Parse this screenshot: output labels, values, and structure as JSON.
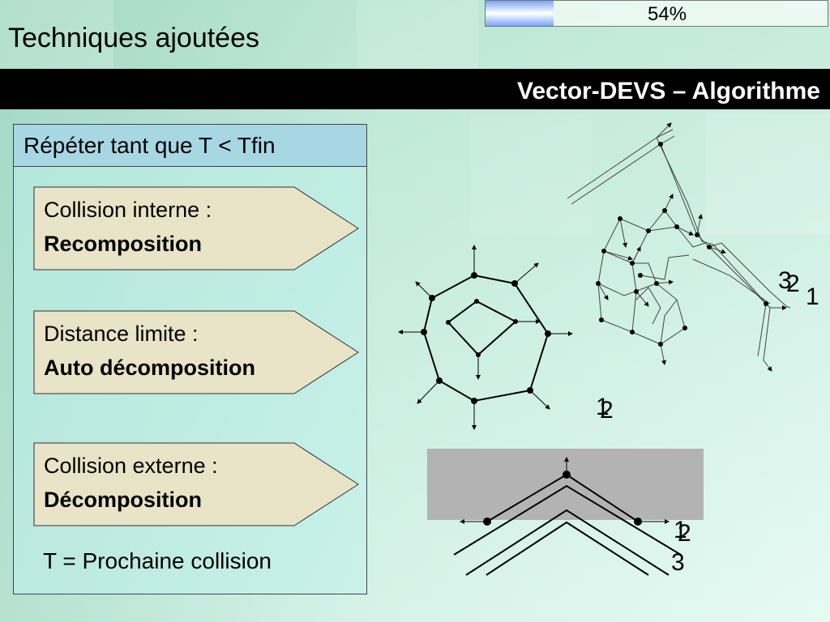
{
  "slide": {
    "title": "Techniques ajoutées",
    "subtitle": "Vector-DEVS – Algorithme"
  },
  "progress": {
    "value": 0.2,
    "label": "54%"
  },
  "panel": {
    "header": "Répéter tant que T < Tfin",
    "steps": [
      {
        "line1": "Collision interne :",
        "line2": "Recomposition"
      },
      {
        "line1": "Distance limite :",
        "line2": "Auto décomposition"
      },
      {
        "line1": "Collision externe :",
        "line2": "Décomposition"
      }
    ],
    "footer": "T = Prochaine collision"
  },
  "diagram_labels": {
    "right_a": "3",
    "right_b": "2",
    "right_c": "1",
    "mid_a": "1",
    "mid_b": "2",
    "bottom_a": "1",
    "bottom_b": "2",
    "bottom_c": "3"
  },
  "colors": {
    "arrow_fill": "#e9e3c7",
    "header_fill": "#a7d7e3",
    "bar_black": "#000000",
    "grey_box": "#b3b3b3"
  }
}
